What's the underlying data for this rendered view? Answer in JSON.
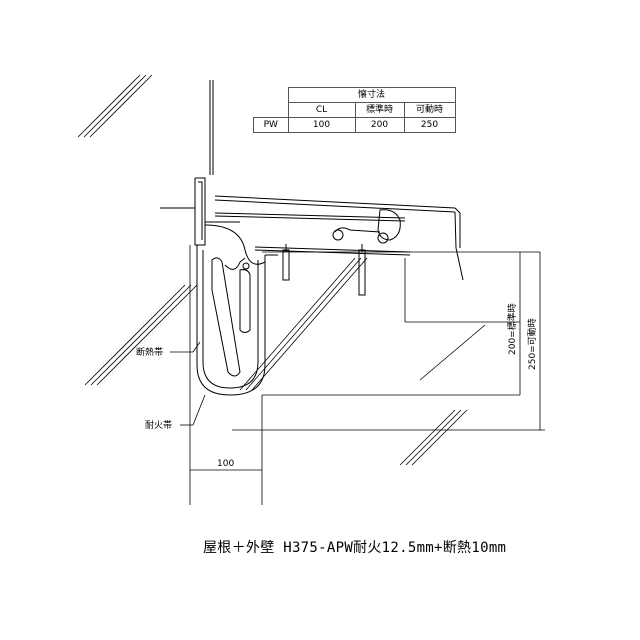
{
  "table": {
    "title": "懐寸法",
    "col_cl": "CL",
    "col_std": "標準時",
    "col_mov": "可動時",
    "row_label": "PW",
    "v_cl": "100",
    "v_std": "200",
    "v_mov": "250"
  },
  "labels": {
    "insulation": "断熱帯",
    "fireproof": "耐火帯",
    "dim_100": "100",
    "dim_200": "200=標準時",
    "dim_250": "250=可動時"
  },
  "caption": "屋根＋外壁 H375-APW耐火12.5mm+断熱10mm"
}
